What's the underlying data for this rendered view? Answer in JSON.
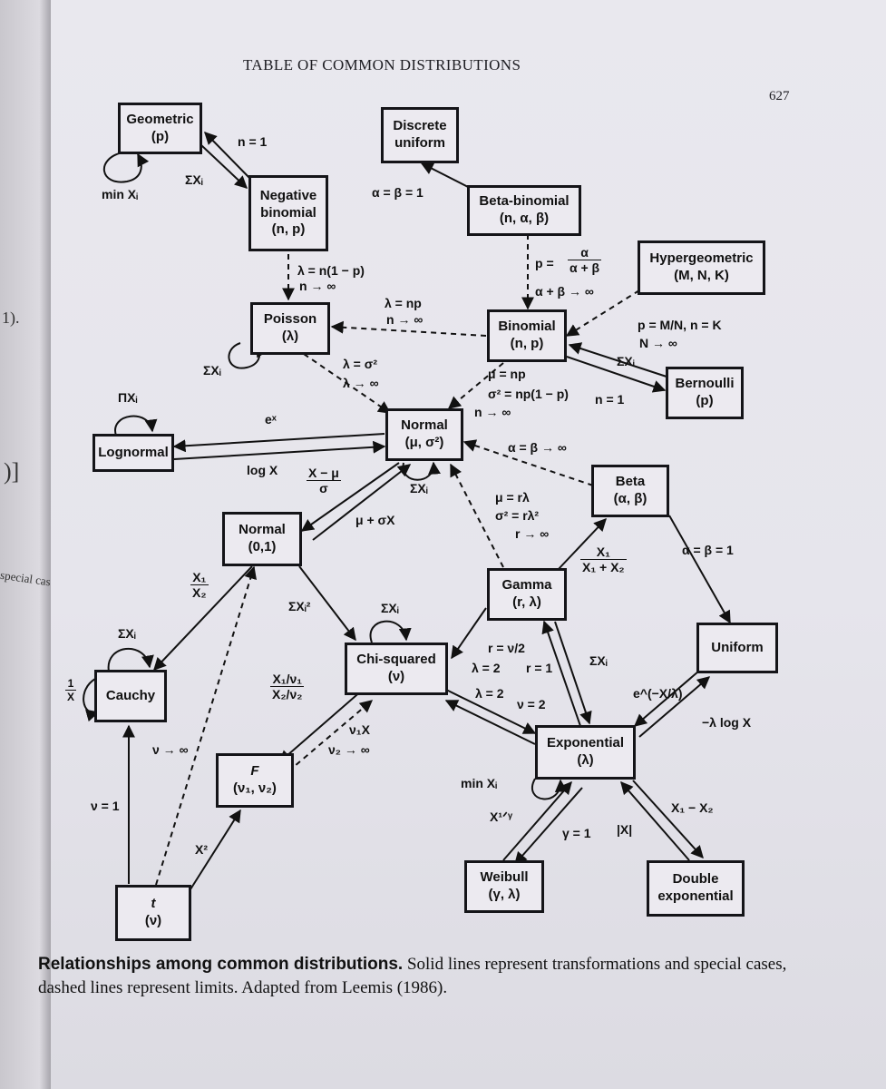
{
  "header": {
    "running_title": "TABLE OF COMMON DISTRIBUTIONS",
    "page_number": "627"
  },
  "left_page_fragments": [
    "1).",
    ")]",
    "special case"
  ],
  "nodes": {
    "geometric": {
      "name": "Geometric",
      "params": "(p)"
    },
    "discrete_uniform": {
      "name": "Discrete uniform"
    },
    "negative_binomial": {
      "name": "Negative binomial",
      "params": "(n, p)"
    },
    "beta_binomial": {
      "name": "Beta-binomial",
      "params": "(n, α, β)"
    },
    "hypergeometric": {
      "name": "Hypergeometric",
      "params": "(M, N, K)"
    },
    "poisson": {
      "name": "Poisson",
      "params": "(λ)"
    },
    "binomial": {
      "name": "Binomial",
      "params": "(n, p)"
    },
    "bernoulli": {
      "name": "Bernoulli",
      "params": "(p)"
    },
    "lognormal": {
      "name": "Lognormal"
    },
    "normal": {
      "name": "Normal",
      "params": "(μ, σ²)"
    },
    "beta": {
      "name": "Beta",
      "params": "(α, β)"
    },
    "std_normal": {
      "name": "Normal",
      "params": "(0,1)"
    },
    "gamma": {
      "name": "Gamma",
      "params": "(r, λ)"
    },
    "uniform": {
      "name": "Uniform"
    },
    "chi_squared": {
      "name": "Chi-squared",
      "params": "(ν)"
    },
    "cauchy": {
      "name": "Cauchy"
    },
    "exponential": {
      "name": "Exponential",
      "params": "(λ)"
    },
    "f": {
      "name": "F",
      "params": "(ν₁, ν₂)"
    },
    "weibull": {
      "name": "Weibull",
      "params": "(γ, λ)"
    },
    "double_exponential": {
      "name": "Double exponential"
    },
    "t": {
      "name": "t",
      "params": "(ν)"
    }
  },
  "labels": {
    "geo_negbin_n1": "n = 1",
    "geo_negbin_sum": "ΣXᵢ",
    "geo_min": "min Xᵢ",
    "betabin_discrete": "α = β = 1",
    "betabin_binom_p": "p =",
    "betabin_binom_frac_num": "α",
    "betabin_binom_frac_den": "α + β",
    "betabin_binom_limit": "α + β → ∞",
    "negbin_poisson_1": "λ = n(1 − p)",
    "negbin_poisson_2": "n → ∞",
    "binom_poisson_1": "λ = np",
    "binom_poisson_2": "n → ∞",
    "hyper_binom_1": "p = M/N, n = K",
    "hyper_binom_2": "N → ∞",
    "bern_binom_sum": "ΣXᵢ",
    "bern_binom_n1": "n = 1",
    "poisson_sum": "ΣXᵢ",
    "poisson_normal_1": "λ = σ²",
    "poisson_normal_2": "λ → ∞",
    "binom_normal_1": "μ = np",
    "binom_normal_2": "σ² = np(1 − p)",
    "binom_normal_3": "n → ∞",
    "lognormal_prod": "ΠXᵢ",
    "lognormal_exp": "eˣ",
    "lognormal_log": "log X",
    "normal_std_num": "X − μ",
    "normal_std_den": "σ",
    "normal_sum": "ΣXᵢ",
    "std_normal_back": "μ + σX",
    "beta_normal": "α = β → ∞",
    "gamma_normal_1": "μ = rλ",
    "gamma_normal_2": "σ² = rλ²",
    "gamma_normal_3": "r → ∞",
    "gamma_beta_num": "X₁",
    "gamma_beta_den": "X₁ + X₂",
    "beta_uniform": "α = β = 1",
    "stdnorm_cauchy_num": "X₁",
    "stdnorm_cauchy_den": "X₂",
    "stdnorm_chisq": "ΣXᵢ²",
    "chisq_sum": "ΣXᵢ",
    "gamma_chisq_1": "r = ν/2",
    "gamma_chisq_2": "λ = 2",
    "gamma_chisq_3": "r = 1",
    "chisq_exp_1": "λ = 2",
    "chisq_exp_2": "ν = 2",
    "gamma_exp_sum": "ΣXᵢ",
    "uniform_exp_1": "e^(−X/λ)",
    "uniform_exp_2": "−λ log X",
    "cauchy_sum": "ΣXᵢ",
    "cauchy_recip_num": "1",
    "cauchy_recip_den": "X",
    "chisq_f_num": "X₁/ν₁",
    "chisq_f_den": "X₂/ν₂",
    "f_chisq_1": "ν₁X",
    "f_chisq_2": "ν₂ → ∞",
    "exp_min": "min Xᵢ",
    "t_cauchy_limit": "ν → ∞",
    "t_cauchy_nu": "ν = 1",
    "t_f": "X²",
    "weibull_exp_1": "X¹ᐟᵞ",
    "weibull_exp_2": "γ = 1",
    "dexp_exp_1": "|X|",
    "dexp_exp_2": "X₁ − X₂"
  },
  "caption": {
    "bold": "Relationships among common distributions.",
    "text": " Solid lines represent transformations and special cases, dashed lines represent limits. Adapted from Leemis (1986)."
  }
}
